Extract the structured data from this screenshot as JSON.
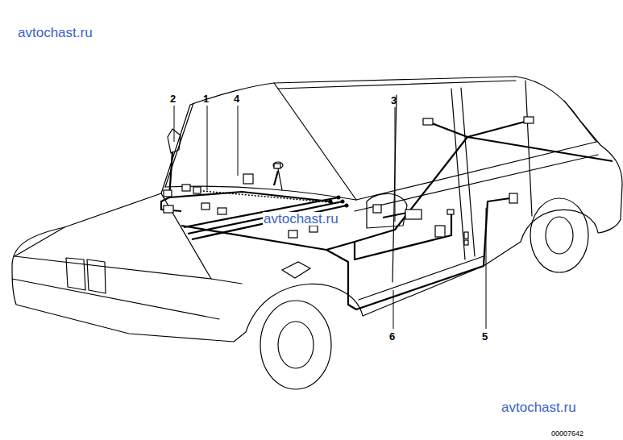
{
  "diagram": {
    "labels": [
      "avtochast.ru",
      "2",
      "1",
      "4",
      "3",
      "avtochast.ru",
      "6",
      "5",
      "avtochast.ru",
      "00007642"
    ]
  }
}
